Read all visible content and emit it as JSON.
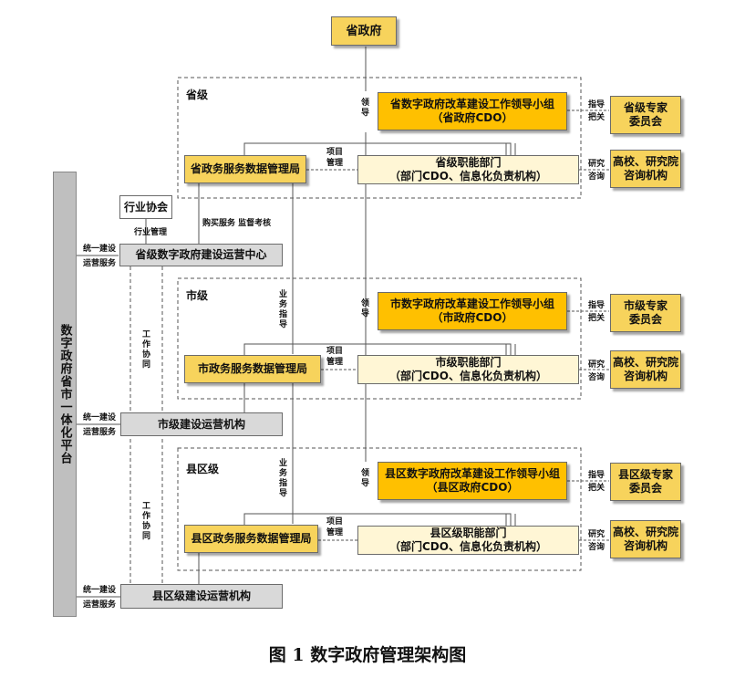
{
  "top": {
    "province_gov": "省政府"
  },
  "platform_label": "数字政府省市一体化平台",
  "industry_assoc": "行业协会",
  "industry_mgmt": "行业管理",
  "buy_supervise": "购买服务 监督考核",
  "province_center": "省级数字政府建设运营中心",
  "city_org": "市级建设运营机构",
  "county_org": "县区级建设运营机构",
  "unified_build": "统一建设",
  "ops_service": "运营服务",
  "work_coord": "工作协同",
  "biz_guidance": "业务指导",
  "sections": {
    "province": {
      "name": "省级",
      "leader_line1": "省数字政府改革建设工作领导小组",
      "leader_line2": "（省政府CDO）",
      "bureau": "省政务服务数据管理局",
      "dept_line1": "省级职能部门",
      "dept_line2": "（部门CDO、信息化负责机构）",
      "expert_line1": "省级专家",
      "expert_line2": "委员会",
      "research_line1": "高校、研究院",
      "research_line2": "咨询机构"
    },
    "city": {
      "name": "市级",
      "leader_line1": "市数字政府改革建设工作领导小组",
      "leader_line2": "（市政府CDO）",
      "bureau": "市政务服务数据管理局",
      "dept_line1": "市级职能部门",
      "dept_line2": "（部门CDO、信息化负责机构）",
      "expert_line1": "市级专家",
      "expert_line2": "委员会",
      "research_line1": "高校、研究院",
      "research_line2": "咨询机构"
    },
    "county": {
      "name": "县区级",
      "leader_line1": "县区数字政府改革建设工作领导小组",
      "leader_line2": "（县区政府CDO）",
      "bureau": "县区政务服务数据管理局",
      "dept_line1": "县区级职能部门",
      "dept_line2": "（部门CDO、信息化负责机构）",
      "expert_line1": "县区级专家",
      "expert_line2": "委员会",
      "research_line1": "高校、研究院",
      "research_line2": "咨询机构"
    }
  },
  "edge_labels": {
    "lead": "领导",
    "project_mgmt_1": "项目",
    "project_mgmt_2": "管理",
    "guide_1": "指导",
    "guide_2": "把关",
    "research_1": "研究",
    "research_2": "咨询"
  },
  "caption": "图 1 数字政府管理架构图"
}
